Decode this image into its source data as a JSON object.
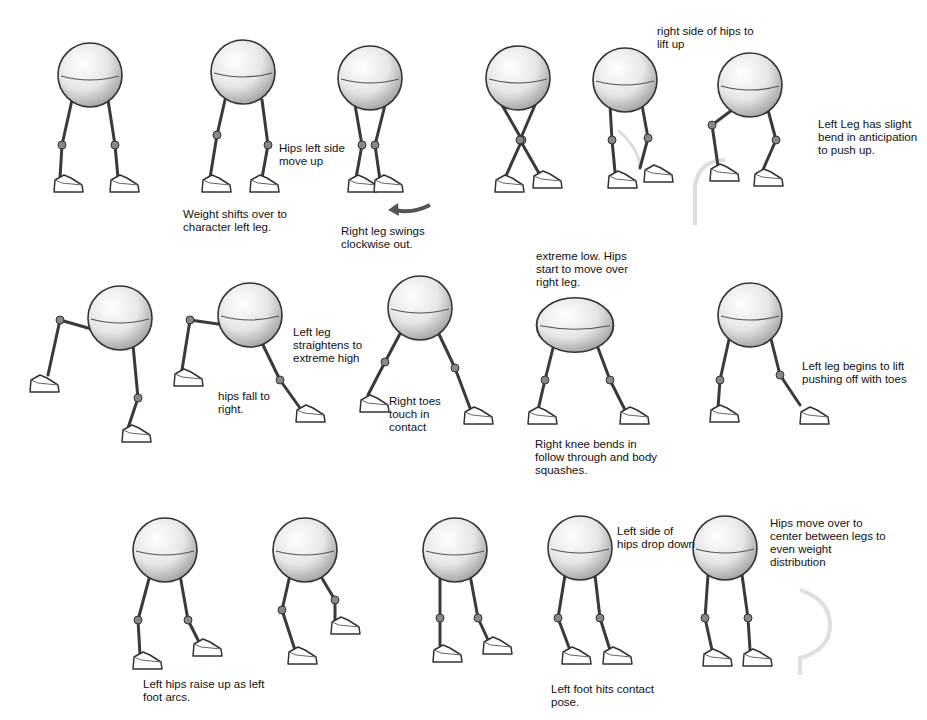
{
  "diagram": {
    "labels": [
      "Weight shifts over to character left leg.",
      "Hips left side move up",
      "Right leg swings clockwise out.",
      "right side of hips to lift up",
      "Left Leg has slight bend in anticipation to push up.",
      "Left leg straightens to extreme high",
      "hips fall to right.",
      "Right toes touch in contact",
      "extreme low. Hips start to move over right leg.",
      "Right knee bends in follow through and body squashes.",
      "Left leg begins to lift pushing off with toes",
      "Left hips raise up as left foot arcs.",
      "Left side of hips drop down",
      "Left foot hits contact pose.",
      "Hips move over to center between legs to even weight distribution"
    ]
  }
}
